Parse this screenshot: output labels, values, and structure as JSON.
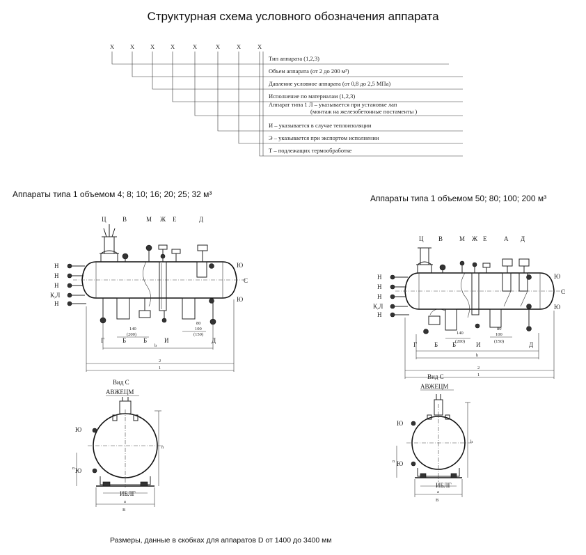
{
  "title": "Структурная схема условного обозначения аппарата",
  "designation": {
    "x_marks": [
      "Х",
      "Х",
      "Х",
      "Х",
      "Х",
      "Х",
      "Х",
      "Х"
    ],
    "lines": [
      "Тип аппарата (1,2,3)",
      "Объем аппарата (от 2 до 200 м³)",
      "Давление условное аппарата (от 0,8 до 2,5 МПа)",
      "Исполнение по материалам (1,2,3)",
      "Аппарат типа 1   Л – указывается при установке лап",
      "(монтаж на железобетонные постаменты )",
      "И – указывается в случае теплоизоляции",
      "Э – указывается при экспортом исполнении",
      "Т – подлежащих термообработке"
    ]
  },
  "left_heading": "Аппараты типа 1 объемом 4; 8; 10; 16; 20; 25; 32 м³",
  "right_heading": "Аппараты типа 1 объемом 50; 80; 100; 200 м³",
  "footnote": "Размеры, данные в скобках для аппаратов D от 1400 до 3400 мм",
  "left_view": {
    "top_labels": [
      "Ц",
      "В",
      "М",
      "Ж",
      "Е",
      "Д"
    ],
    "left_labels": [
      "Н",
      "Н",
      "Н",
      "К,Л",
      "Н"
    ],
    "right_labels": [
      "Ю",
      "С",
      "Ю"
    ],
    "bottom_labels": [
      "Г",
      "Б",
      "Б",
      "И",
      "Д"
    ],
    "dim_1": "1",
    "dim_2": "2",
    "dim_b": "b",
    "dim_140": "140",
    "dim_200": "(200)",
    "dim_80": "80",
    "dim_100": "100",
    "dim_150": "(150)",
    "vid_c": "Вид С",
    "section_label": "АВЖЕЦМ",
    "side_labels": [
      "Ю",
      "Ю"
    ],
    "bottom_code": "ИБЛГ",
    "dim_n": "n",
    "dim_h": "h",
    "dim_a": "a",
    "dim_B": "B"
  },
  "right_view": {
    "top_labels": [
      "Ц",
      "В",
      "М",
      "Ж",
      "Е",
      "А",
      "Д"
    ],
    "left_labels": [
      "Н",
      "Н",
      "Н",
      "К,Л",
      "Н"
    ],
    "right_labels": [
      "Ю",
      "С",
      "Ю"
    ],
    "bottom_labels": [
      "Г",
      "Б",
      "Б",
      "И",
      "Д"
    ],
    "dim_1": "1",
    "dim_2": "2",
    "dim_b": "b",
    "dim_140": "140",
    "dim_200": "(200)",
    "dim_80": "80",
    "dim_100": "100",
    "dim_150": "(150)",
    "vid_c": "Вид С",
    "section_label": "АВЖЕЦМ",
    "side_labels": [
      "Ю",
      "Ю"
    ],
    "bottom_code": "ИБЛГ",
    "dim_n": "n",
    "dim_h": "h",
    "dim_a": "a",
    "dim_B": "B"
  }
}
